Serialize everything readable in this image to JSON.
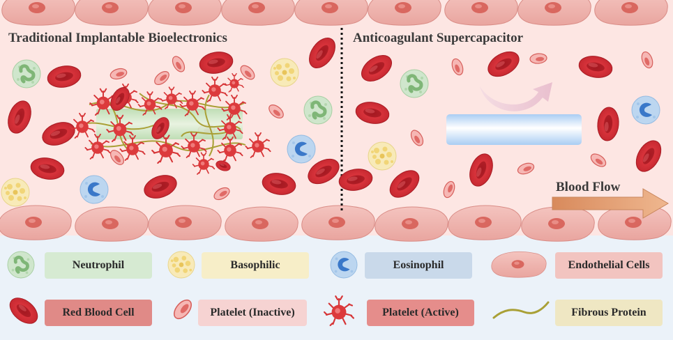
{
  "titles": {
    "left": "Traditional Implantable Bioelectronics",
    "right": "Anticoagulant Supercapacitor"
  },
  "flow": {
    "label": "Blood Flow"
  },
  "legend": [
    {
      "label": "Neutrophil",
      "icon": "neutrophil-icon",
      "color": "#d6ead2"
    },
    {
      "label": "Basophilic",
      "icon": "basophil-icon",
      "color": "#f7eec8"
    },
    {
      "label": "Eosinophil",
      "icon": "eosinophil-icon",
      "color": "#c9d9ea"
    },
    {
      "label": "Endothelial Cells",
      "icon": "endothelial-cell-icon",
      "color": "#f2c4c0"
    },
    {
      "label": "Red Blood Cell",
      "icon": "red-blood-cell-icon",
      "color": "#e08a87"
    },
    {
      "label": "Platelet (Inactive)",
      "icon": "inactive-platelet-icon",
      "color": "#f6d3d2"
    },
    {
      "label": "Platelet (Active)",
      "icon": "active-platelet-icon",
      "color": "#e58d8b"
    },
    {
      "label": "Fibrous Protein",
      "icon": "fibrous-protein-icon",
      "color": "#efe7c3"
    }
  ],
  "colors": {
    "vessel_bg": "#fde6e3",
    "legend_bg": "#ebf2f9",
    "rbc": "#d8333b",
    "endothelial": "#f0b5b0",
    "implant": "#c8e6c2",
    "supercapacitor": "#bcd8f5",
    "flow_arrow": "#e0a27a"
  }
}
